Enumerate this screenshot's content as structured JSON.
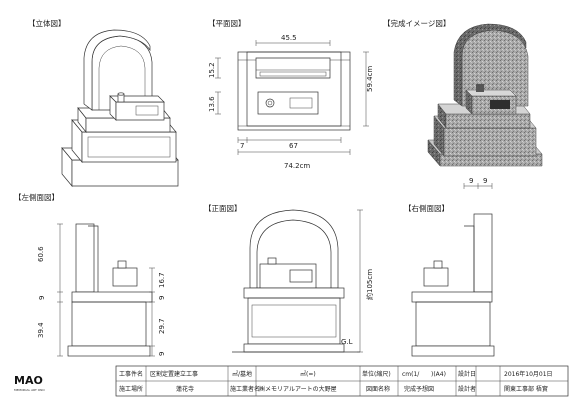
{
  "titles": {
    "iso": "【立体図】",
    "plan": "【平面図】",
    "image": "【完成イメージ図】",
    "left": "【左側面図】",
    "front": "【正面図】",
    "right": "【右側面図】"
  },
  "dimensions": {
    "plan_top": "45.5",
    "plan_h1": "15.2",
    "plan_h2": "13.6",
    "plan_depth": "59.4cm",
    "plan_w7": "7",
    "plan_w67": "67",
    "plan_total": "74.2cm",
    "left_606": "60.6",
    "left_9a": "9",
    "left_394": "39.4",
    "left_167": "16.7",
    "left_9b": "9",
    "left_297": "29.7",
    "left_9c": "9",
    "front_height": "約105cm",
    "front_gl": "G.L",
    "right_9a": "9",
    "right_9b": "9"
  },
  "title_block": {
    "logo": "MAO",
    "logo_sub": "MEMORIAL ART ONO",
    "r1_c1": "工事件名",
    "r1_c2": "区割定置建立工事",
    "r1_c3": "㎡/墓地",
    "r1_c4": "㎡(=)",
    "r1_c5": "単位(縮尺)",
    "r1_c6": "cm(1/",
    "r1_c7": ")(A4)",
    "r1_c8": "設計日",
    "r1_c9": "2016年10月01日",
    "r2_c1": "施工場所",
    "r2_c2": "蓮花寺",
    "r2_c3": "施工業者名",
    "r2_c4": "㈱メモリアルアートの大野屋",
    "r2_c5": "図面名称",
    "r2_c6": "完成予想図",
    "r2_c7": "設計者",
    "r2_c8": "関東工事部 梧實"
  },
  "colors": {
    "ink": "#333333",
    "granite_dark": "#5a5a5a",
    "granite_light": "#b9b9b9"
  }
}
